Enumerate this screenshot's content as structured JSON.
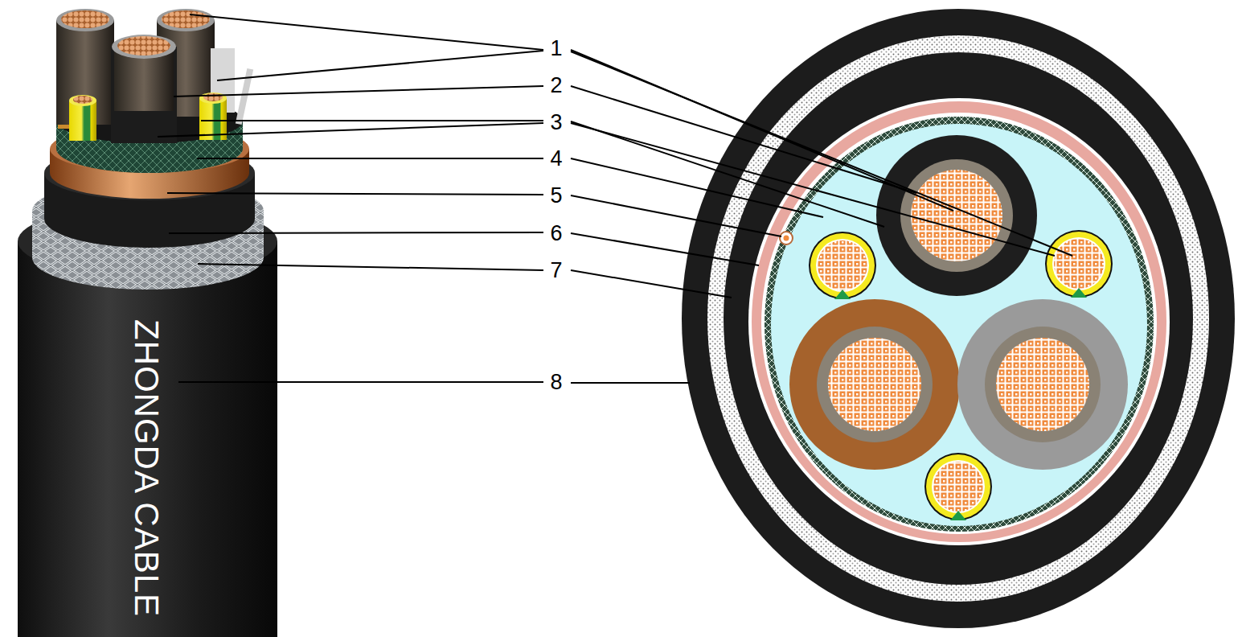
{
  "diagram": {
    "labels": [
      "1",
      "2",
      "3",
      "4",
      "5",
      "6",
      "7",
      "8",
      "ZHONGDA CABLE"
    ]
  }
}
